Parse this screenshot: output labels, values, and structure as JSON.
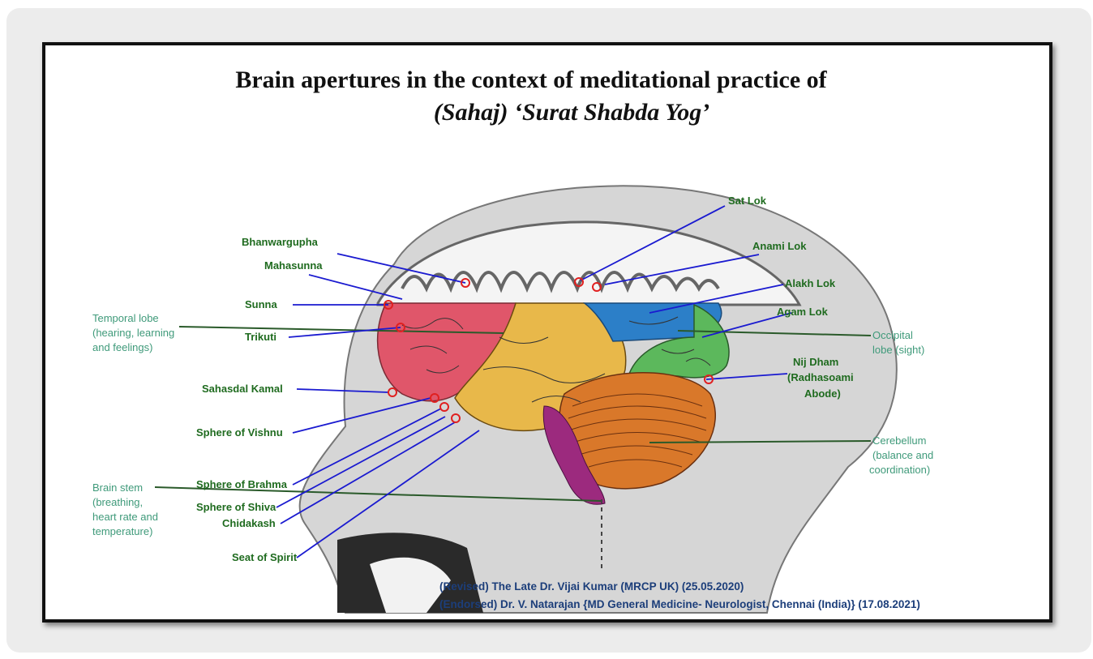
{
  "title": {
    "line1": "Brain apertures in the context of meditational practice of",
    "line2": "(Sahaj) ‘Surat Shabda Yog’"
  },
  "labels": {
    "sat_lok": "Sat Lok",
    "anami_lok": "Anami Lok",
    "alakh_lok": "Alakh Lok",
    "agam_lok": "Agam Lok",
    "nij_dham_1": "Nij Dham",
    "nij_dham_2": "(Radhasoami",
    "nij_dham_3": "Abode)",
    "bhanwargupha": "Bhanwargupha",
    "mahasunna": "Mahasunna",
    "sunna": "Sunna",
    "trikuti": "Trikuti",
    "sahasdal_kamal": "Sahasdal Kamal",
    "sphere_vishnu": "Sphere of Vishnu",
    "sphere_brahma": "Sphere of Brahma",
    "sphere_shiva": "Sphere of Shiva",
    "chidakash": "Chidakash",
    "seat_spirit": "Seat of Spirit"
  },
  "lobes": {
    "temporal_1": "Temporal lobe",
    "temporal_2": "(hearing, learning",
    "temporal_3": "and feelings)",
    "occipital_1": "Occipital",
    "occipital_2": "lobe (sight)",
    "cerebellum_1": "Cerebellum",
    "cerebellum_2": "(balance and",
    "cerebellum_3": "coordination)",
    "brainstem_1": "Brain stem",
    "brainstem_2": "(breathing,",
    "brainstem_3": "heart rate and",
    "brainstem_4": "temperature)"
  },
  "credits": {
    "revised": "(Revised) The Late Dr. Vijai Kumar (MRCP UK) (25.05.2020)",
    "endorsed": "(Endorsed) Dr. V. Natarajan  {MD General Medicine- Neurologist, Chennai (India)} (17.08.2021)"
  },
  "colors": {
    "frontal": "#e0566a",
    "parietal": "#e8b84a",
    "occipital_blue": "#2c7fc8",
    "occipital_green": "#5cb85c",
    "cerebellum": "#d9782a",
    "brainstem": "#9c2a7e",
    "pointer_line": "#1a1ad0",
    "lobe_line": "#2a5a2a",
    "aperture": "#e02020"
  }
}
